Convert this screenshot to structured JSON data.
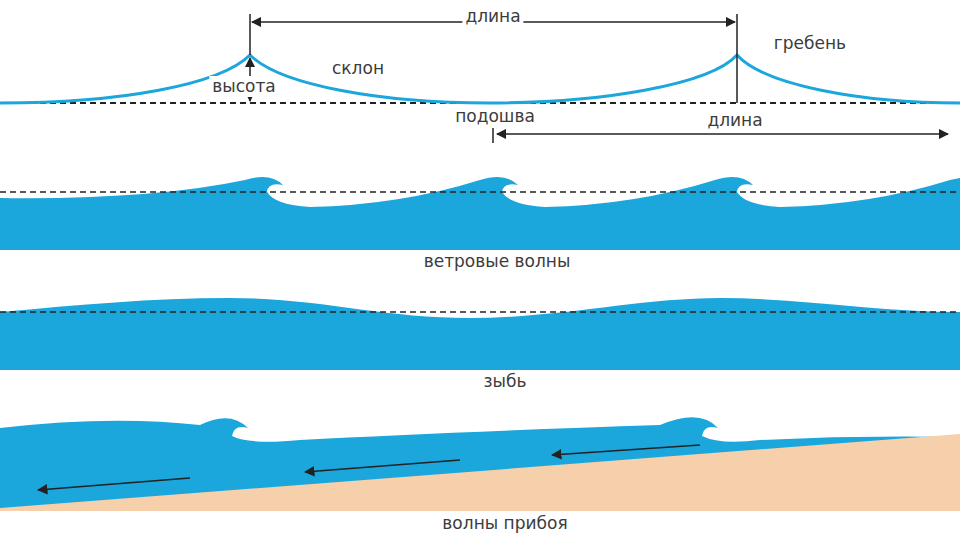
{
  "diagram": {
    "labels": [
      "длина",
      "гребень",
      "склон",
      "высота",
      "подошва",
      "длина",
      "ветровые волны",
      "зыбь",
      "волны прибоя"
    ]
  }
}
